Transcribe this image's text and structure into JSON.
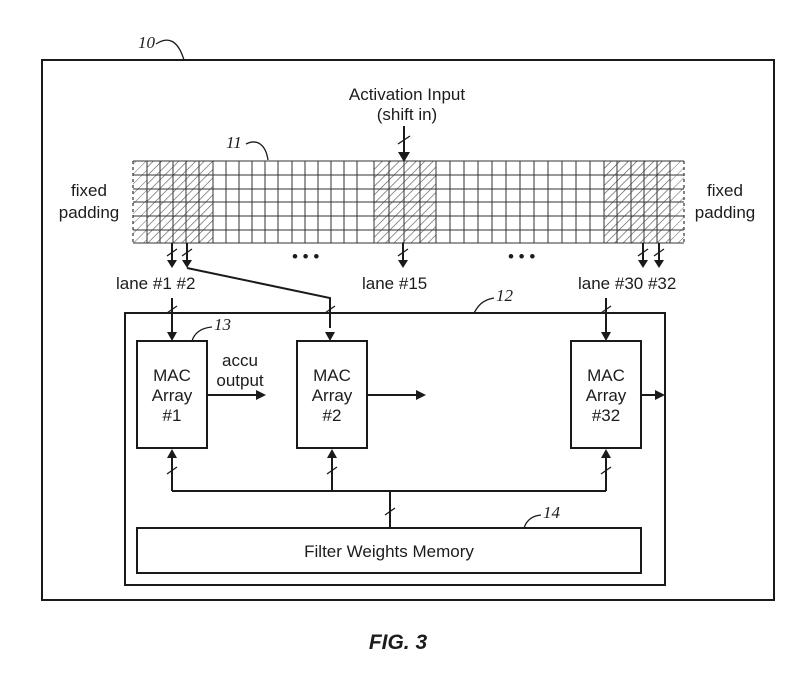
{
  "figure": {
    "caption": "FIG. 3",
    "refs": {
      "system": "10",
      "buffer": "11",
      "mac_block": "12",
      "mac_array_ref": "13",
      "memory_ref": "14"
    },
    "activation_input": {
      "line1": "Activation Input",
      "line2": "(shift in)"
    },
    "padding_left": {
      "line1": "fixed",
      "line2": "padding"
    },
    "padding_right": {
      "line1": "fixed",
      "line2": "padding"
    },
    "ellipsis": "• • •",
    "lanes": {
      "lane1_2": "lane #1 #2",
      "lane15": "lane #15",
      "lane30_32": "lane #30 #32"
    },
    "mac_arrays": [
      {
        "line1": "MAC",
        "line2": "Array",
        "line3": "#1"
      },
      {
        "line1": "MAC",
        "line2": "Array",
        "line3": "#2"
      },
      {
        "line1": "MAC",
        "line2": "Array",
        "line3": "#32"
      }
    ],
    "accu_output": {
      "line1": "accu",
      "line2": "output"
    },
    "memory_label": "Filter Weights Memory"
  }
}
